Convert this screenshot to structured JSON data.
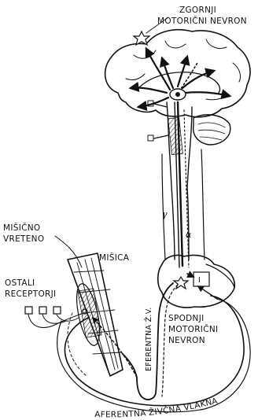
{
  "labels": {
    "upper_motor_neuron_line1": "ZGORNJI",
    "upper_motor_neuron_line2": "MOTORIČNI NEVRON",
    "muscle_spindle_line1": "MIŠIČNO",
    "muscle_spindle_line2": "VRETENO",
    "muscle": "MIŠICA",
    "other_receptors_line1": "OSTALI",
    "other_receptors_line2": "RECEPTORJI",
    "efferent_nerve": "EFERENTNA Ž.V.",
    "lower_motor_neuron_line1": "SPODNJI",
    "lower_motor_neuron_line2": "MOTORIČNI",
    "lower_motor_neuron_line3": "NEVRON",
    "afferent_fiber": "AFERENTNA ŽIVČNA VLAKNA",
    "gamma_symbol": "γ",
    "alpha_symbol": "α",
    "interneuron_box": "I"
  },
  "colors": {
    "ink": "#111111",
    "background": "#ffffff",
    "hatch": "#333333"
  }
}
